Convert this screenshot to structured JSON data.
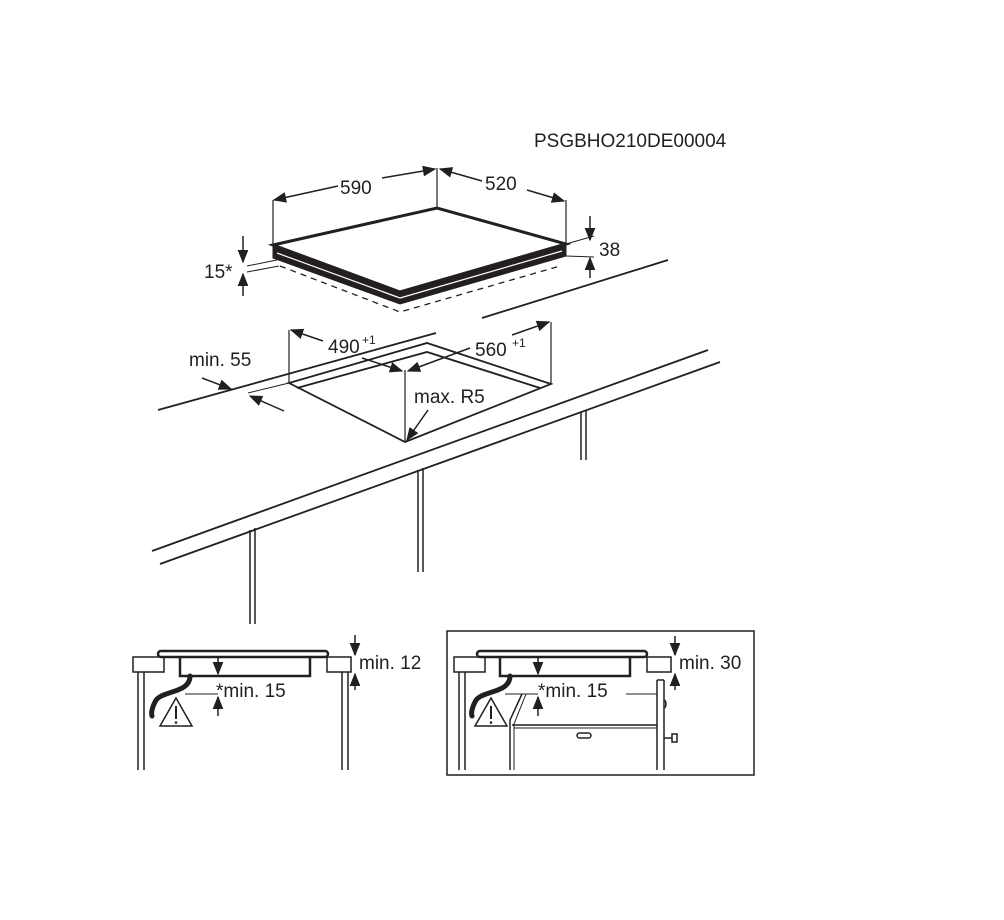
{
  "document": {
    "code": "PSGBHO210DE00004"
  },
  "hob_dimensions": {
    "width": "590",
    "depth": "520",
    "height": "38",
    "offset": "15*"
  },
  "cutout": {
    "width": "490",
    "width_tol": "+1",
    "depth": "560",
    "depth_tol": "+1",
    "edge_distance": "min. 55",
    "corner_radius": "max. R5"
  },
  "section_left": {
    "top_clearance": "min. 12",
    "bottom_clearance": "*min. 15",
    "warning_icon": "warning-triangle"
  },
  "section_right": {
    "top_clearance": "min. 30",
    "bottom_clearance": "*min. 15",
    "warning_icon": "warning-triangle"
  },
  "colors": {
    "line": "#231f20",
    "background": "#ffffff"
  }
}
